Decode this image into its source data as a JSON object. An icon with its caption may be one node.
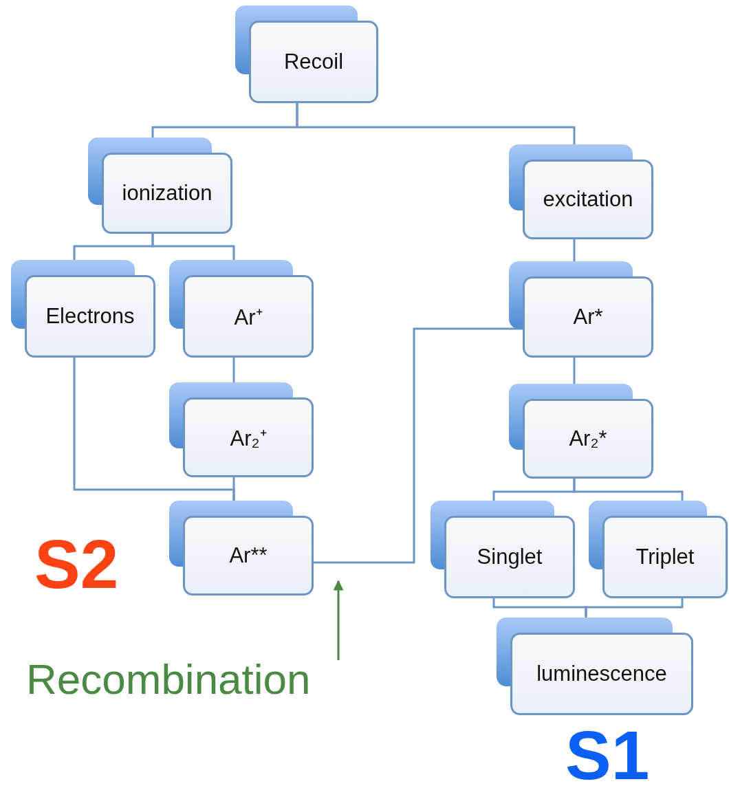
{
  "diagram": {
    "nodes": [
      {
        "text": [
          "Recoil"
        ]
      },
      {
        "text": [
          "ionization"
        ]
      },
      {
        "text": [
          "excitation"
        ]
      },
      {
        "text": [
          "Electrons"
        ]
      },
      {
        "text": [
          "Ar⁺"
        ]
      },
      {
        "text": [
          "Ar₂⁺"
        ]
      },
      {
        "text": [
          "Ar**"
        ]
      },
      {
        "text": [
          "Ar*"
        ]
      },
      {
        "text": [
          "Ar₂*"
        ]
      },
      {
        "text": [
          "Singlet"
        ]
      },
      {
        "text": [
          "Triplet"
        ]
      },
      {
        "text": [
          "luminescence"
        ]
      },
      {
        "text": [
          "Recombination"
        ]
      }
    ],
    "edges": [
      {
        "from": 0,
        "to": 1,
        "arrow": "none"
      },
      {
        "from": 0,
        "to": 2,
        "arrow": "none"
      },
      {
        "from": 1,
        "to": 3,
        "arrow": "none"
      },
      {
        "from": 1,
        "to": 4,
        "arrow": "none"
      },
      {
        "from": 4,
        "to": 5,
        "arrow": "none"
      },
      {
        "from": 3,
        "to": 6,
        "arrow": "none"
      },
      {
        "from": 5,
        "to": 6,
        "arrow": "none"
      },
      {
        "from": 6,
        "to": 7,
        "arrow": "none"
      },
      {
        "from": 2,
        "to": 7,
        "arrow": "none"
      },
      {
        "from": 7,
        "to": 8,
        "arrow": "none"
      },
      {
        "from": 8,
        "to": 9,
        "arrow": "none"
      },
      {
        "from": 8,
        "to": 10,
        "arrow": "none"
      },
      {
        "from": 9,
        "to": 11,
        "arrow": "none"
      },
      {
        "from": 10,
        "to": 11,
        "arrow": "none"
      },
      {
        "from": 12,
        "to": null,
        "arrow": "to",
        "color": "#4a8a45"
      }
    ],
    "labels": [
      "S2",
      "S1"
    ]
  }
}
